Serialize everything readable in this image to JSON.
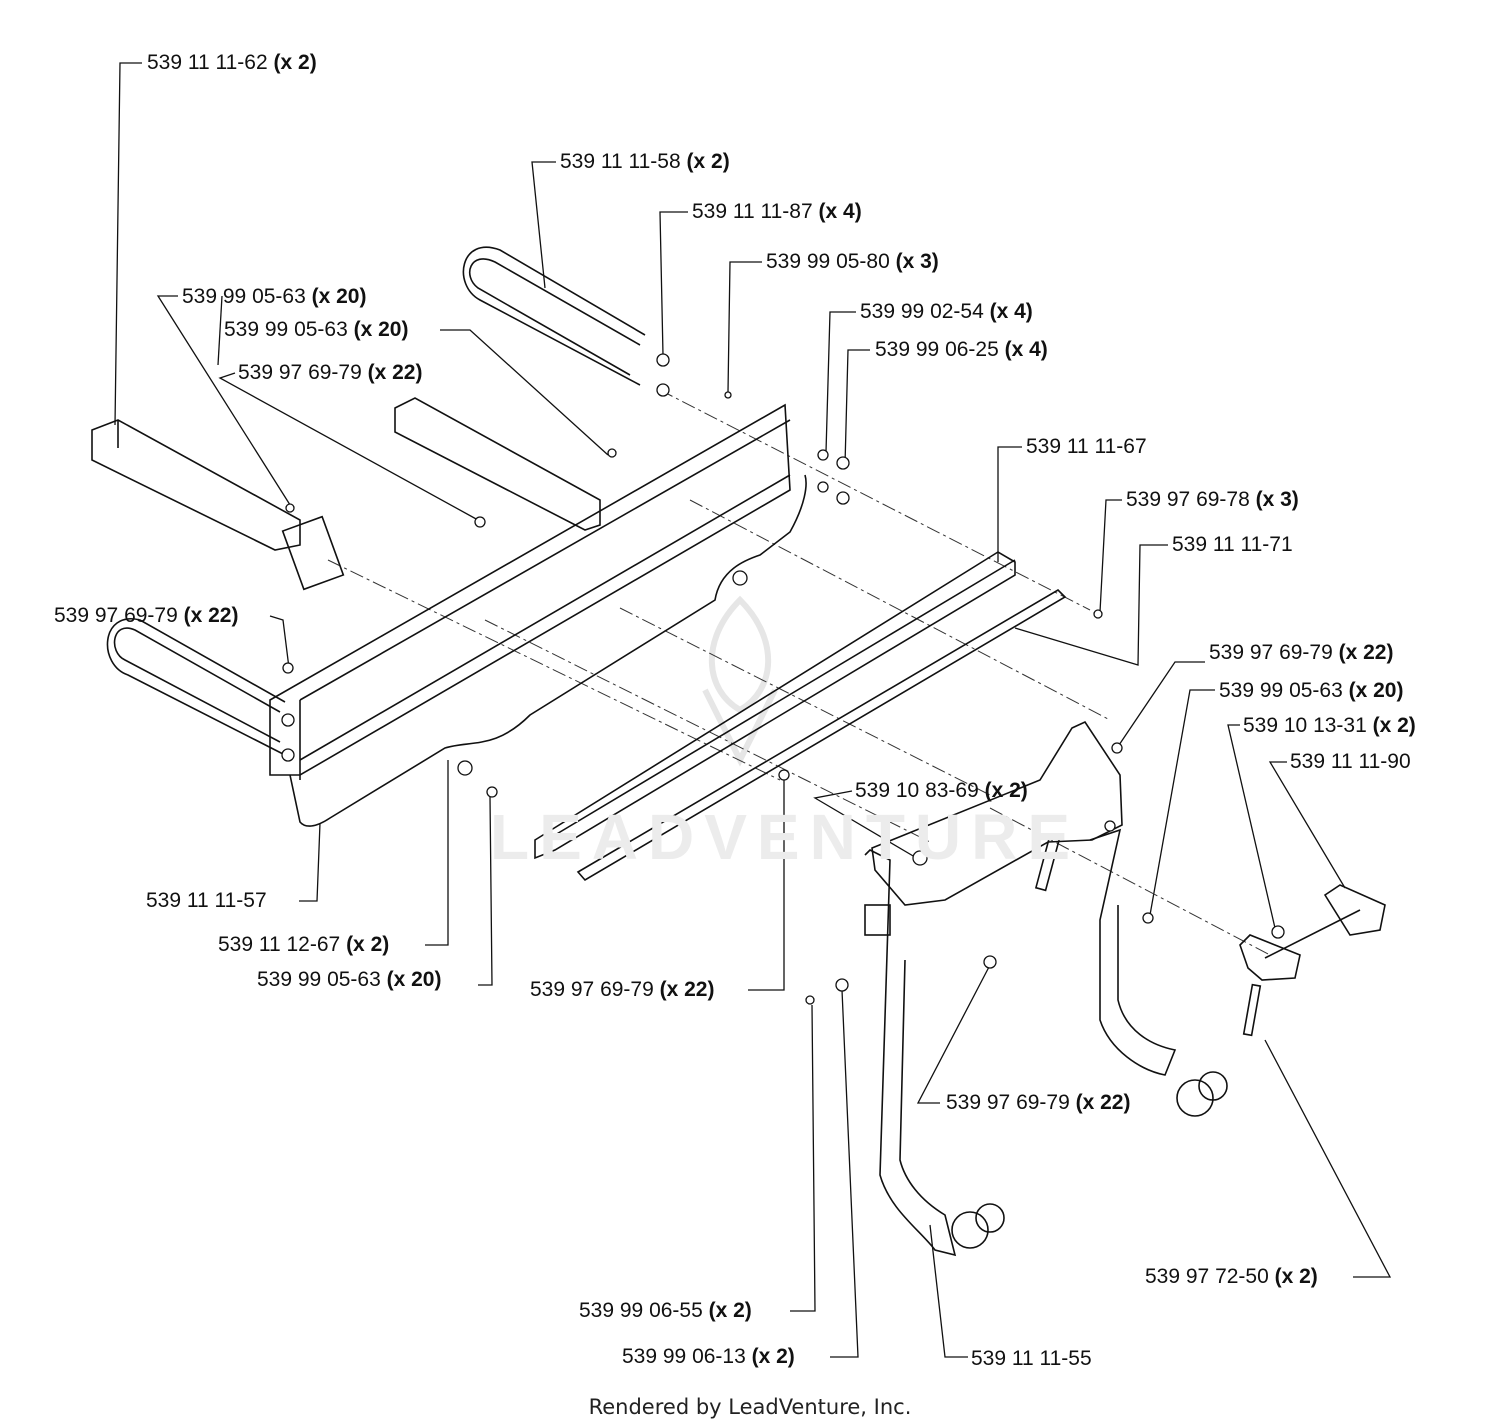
{
  "labels": [
    {
      "part": "539 11 11-62",
      "qty": "(x 2)"
    },
    {
      "part": "539 11 11-58",
      "qty": "(x 2)"
    },
    {
      "part": "539 11 11-87",
      "qty": "(x 4)"
    },
    {
      "part": "539 99 05-80",
      "qty": "(x 3)"
    },
    {
      "part": "539 99 05-63",
      "qty": "(x 20)"
    },
    {
      "part": "539 99 05-63",
      "qty": "(x 20)"
    },
    {
      "part": "539 97 69-79",
      "qty": "(x 22)"
    },
    {
      "part": "539 99 02-54",
      "qty": "(x 4)"
    },
    {
      "part": "539 99 06-25",
      "qty": "(x 4)"
    },
    {
      "part": "539 11 11-67",
      "qty": ""
    },
    {
      "part": "539 97 69-78",
      "qty": "(x 3)"
    },
    {
      "part": "539 11 11-71",
      "qty": ""
    },
    {
      "part": "539 97 69-79",
      "qty": "(x 22)"
    },
    {
      "part": "539 97 69-79",
      "qty": "(x 22)"
    },
    {
      "part": "539 99 05-63",
      "qty": "(x 20)"
    },
    {
      "part": "539 10 13-31",
      "qty": "(x 2)"
    },
    {
      "part": "539 11 11-90",
      "qty": ""
    },
    {
      "part": "539 10 83-69",
      "qty": "(x 2)"
    },
    {
      "part": "539 11 11-57",
      "qty": ""
    },
    {
      "part": "539 11 12-67",
      "qty": "(x 2)"
    },
    {
      "part": "539 99 05-63",
      "qty": "(x 20)"
    },
    {
      "part": "539 97 69-79",
      "qty": "(x 22)"
    },
    {
      "part": "539 97 69-79",
      "qty": "(x 22)"
    },
    {
      "part": "539 97 72-50",
      "qty": "(x 2)"
    },
    {
      "part": "539 99 06-55",
      "qty": "(x 2)"
    },
    {
      "part": "539 99 06-13",
      "qty": "(x 2)"
    },
    {
      "part": "539 11 11-55",
      "qty": ""
    }
  ],
  "watermark": "LEADVENTURE",
  "footer": "Rendered by LeadVenture, Inc."
}
